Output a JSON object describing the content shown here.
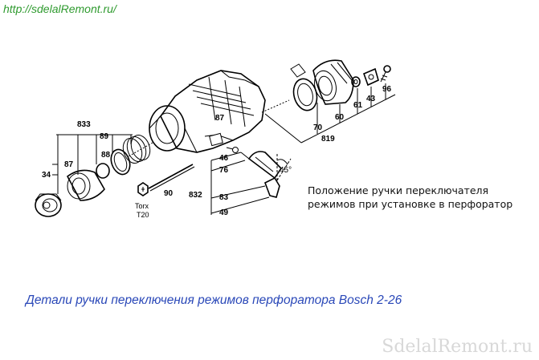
{
  "site_url": "http://sdelalRemont.ru/",
  "watermark": "SdelalRemont.ru",
  "caption": "Детали ручки переключения режимов перфоратора Bosch 2-26",
  "note": {
    "line1": "Положение ручки переключателя",
    "line2": "режимов  при установке в перфоратор"
  },
  "angle_label": "45°",
  "torx_label": {
    "line1": "Torx",
    "line2": "T20"
  },
  "part_numbers": {
    "p833": "833",
    "p89": "89",
    "p88": "88",
    "p87": "87",
    "p34": "34",
    "p90": "90",
    "p46": "46",
    "p76": "76",
    "p832": "832",
    "p83": "83",
    "p49": "49",
    "p70": "70",
    "p60": "60",
    "p61": "61",
    "p43": "43",
    "p96": "96",
    "p819": "819"
  },
  "colors": {
    "site_url": "#2e9a2e",
    "caption": "#2a48b8",
    "watermark": "#d8d8d8",
    "drawing": "#000000"
  }
}
